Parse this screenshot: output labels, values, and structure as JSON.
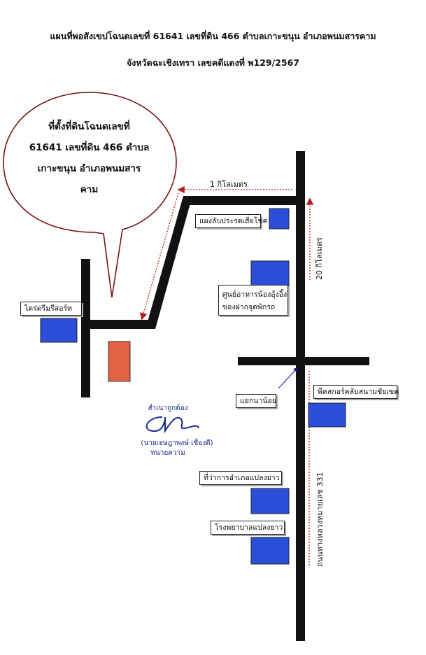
{
  "header": {
    "line1": "แผนที่พอสังเขปโฉนดเลขที่ 61641 เลขที่ดิน 466 ตำบลเกาะขนุน อำเภอพนมสารคาม",
    "line2": "จังหวัดฉะเชิงเทรา  เลขคดีแดงที่ พ129/2567"
  },
  "callout": {
    "lines": [
      "ที่ตั้งที่ดินโฉนดเลขที่",
      "61641 เลขที่ดิน 466 ตำบล",
      "เกาะขนุน อำเภอพนมสาร",
      "คาม"
    ]
  },
  "distances": {
    "top": "1 กิโลเมตร",
    "right": "20 กิโลเมตร"
  },
  "landmarks": {
    "dream_resort": "ไตร่ดรีมรีสอร์ท",
    "rest_stop": "แผงลับประรดเสี่ยโชค",
    "food_center_1": "ศูนย์อาหารน้องอุ้งอิ้ง",
    "food_center_2": "ของฝากจุดพักรถ",
    "junction": "แยกนาน้อย",
    "sports_club": "พีคสกอร์คลับสนามชัยเขต",
    "district_office": "ที่ว่าการอำเภอแปลงยาว",
    "hospital": "โรงพยาบาลแปลงยาว"
  },
  "road": {
    "name": "ถนนทางหลวงหมายเลข  331"
  },
  "certification": {
    "certified": "สำเนาถูกต้อง",
    "name": "(นายเจษฎาพงษ์  เชื่องดี)",
    "role": "ทนายความ"
  },
  "colors": {
    "road": "#111111",
    "landmark": "#2b4fd8",
    "land_plot": "#e06245",
    "route": "#b02020",
    "signature": "#1a2a8a"
  }
}
